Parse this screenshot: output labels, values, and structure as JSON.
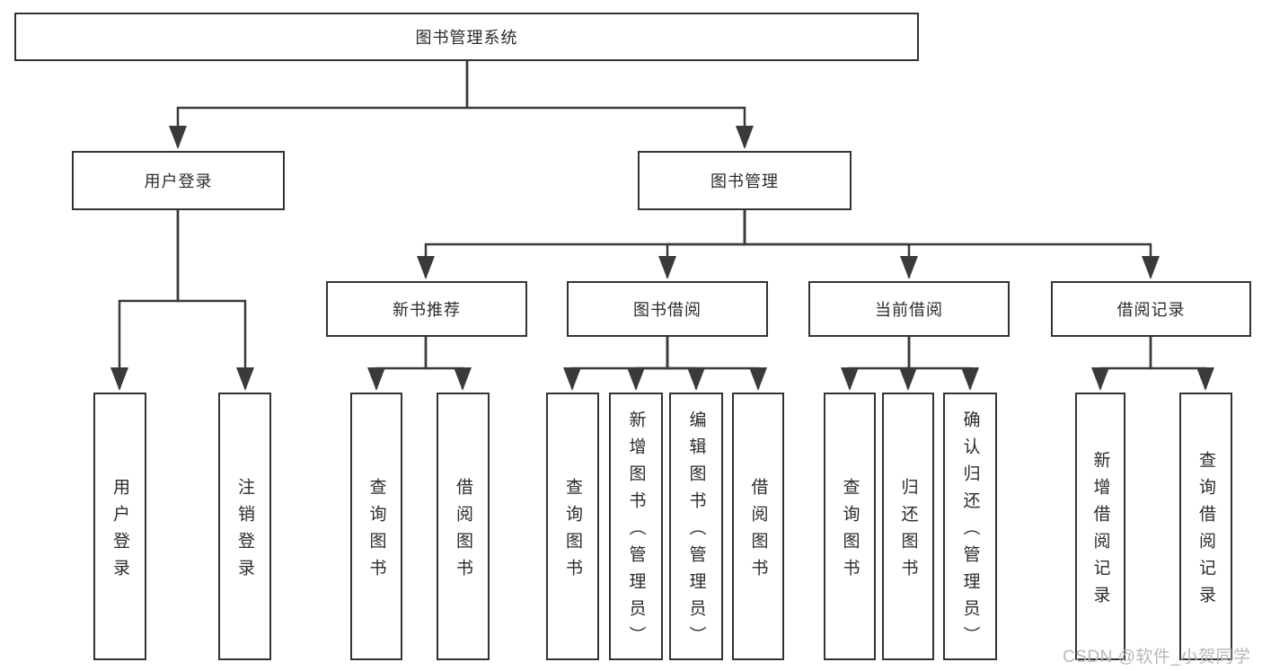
{
  "diagram": {
    "root": {
      "label": "图书管理系统"
    },
    "branches": [
      {
        "label": "用户登录",
        "children": [
          "用户登录",
          "注销登录"
        ]
      },
      {
        "label": "图书管理",
        "sections": [
          {
            "label": "新书推荐",
            "children": [
              "查询图书",
              "借阅图书"
            ]
          },
          {
            "label": "图书借阅",
            "children": [
              "查询图书",
              "新增图书（管理员）",
              "编辑图书（管理员）",
              "借阅图书"
            ]
          },
          {
            "label": "当前借阅",
            "children": [
              "查询图书",
              "归还图书",
              "确认归还（管理员）"
            ]
          },
          {
            "label": "借阅记录",
            "children": [
              "新增借阅记录",
              "查询借阅记录"
            ]
          }
        ]
      }
    ]
  },
  "watermark": {
    "text": "CSDN @软件_小贺同学"
  },
  "colors": {
    "line": "#3a3a3a",
    "box_border": "#333333",
    "text": "#2b2b2b",
    "watermark": "#b4b8c0",
    "background": "#ffffff"
  }
}
